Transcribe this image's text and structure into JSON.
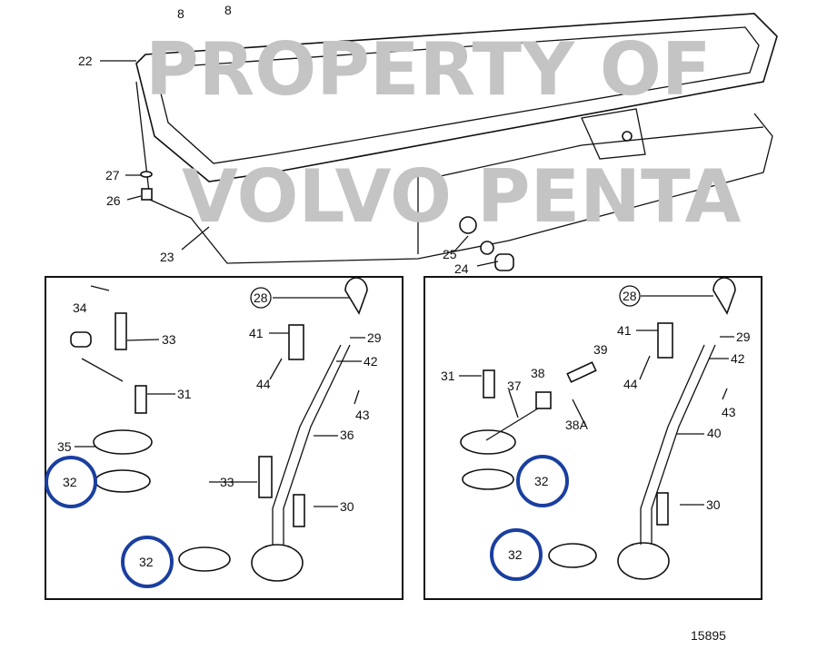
{
  "watermark": {
    "line1": "PROPERTY OF",
    "line2": "VOLVO PENTA"
  },
  "figure_number": "15895",
  "accent_color": "#1a3fa0",
  "top_labels": [
    "8",
    "8",
    "22",
    "27",
    "26",
    "23",
    "25",
    "24"
  ],
  "left_panel_labels": [
    "34",
    "33",
    "31",
    "35",
    "32",
    "32",
    "33",
    "30",
    "36",
    "28",
    "41",
    "29",
    "42",
    "44",
    "43"
  ],
  "right_panel_labels": [
    "28",
    "41",
    "29",
    "39",
    "42",
    "31",
    "38",
    "37",
    "44",
    "43",
    "38A",
    "40",
    "32",
    "30",
    "32"
  ]
}
